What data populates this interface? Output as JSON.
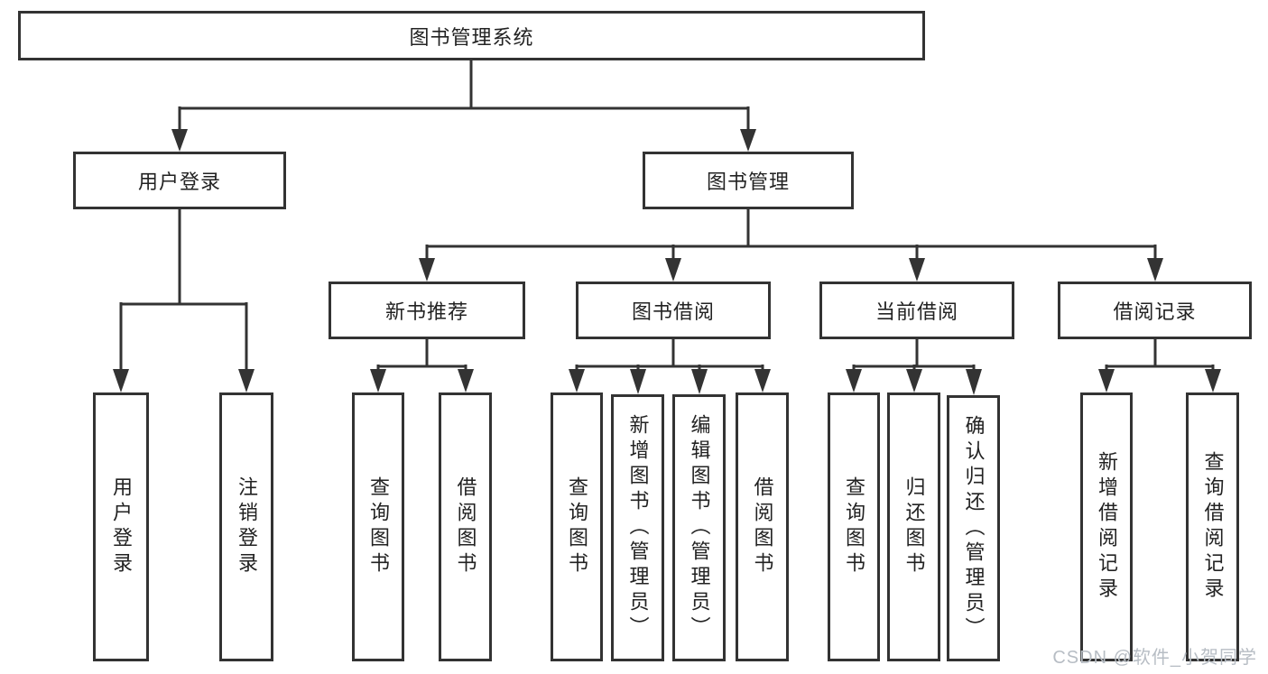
{
  "nodes": {
    "root": "图书管理系统",
    "l2_user": "用户登录",
    "l2_book": "图书管理",
    "l3_new": "新书推荐",
    "l3_borrow": "图书借阅",
    "l3_current": "当前借阅",
    "l3_record": "借阅记录",
    "leaf_user_login": "用户登录",
    "leaf_user_logout": "注销登录",
    "leaf_new_query": "查询图书",
    "leaf_new_borrow": "借阅图书",
    "leaf_borrow_query": "查询图书",
    "leaf_borrow_add": "新增图书（管理员）",
    "leaf_borrow_edit": "编辑图书（管理员）",
    "leaf_borrow_borrow": "借阅图书",
    "leaf_current_query": "查询图书",
    "leaf_current_return": "归还图书",
    "leaf_current_confirm": "确认归还（管理员）",
    "leaf_record_add": "新增借阅记录",
    "leaf_record_query": "查询借阅记录"
  },
  "watermark": "CSDN @软件_小贺同学",
  "colors": {
    "line": "#333333",
    "text": "#222222",
    "watermark": "#b7bdc4",
    "background": "#ffffff"
  }
}
